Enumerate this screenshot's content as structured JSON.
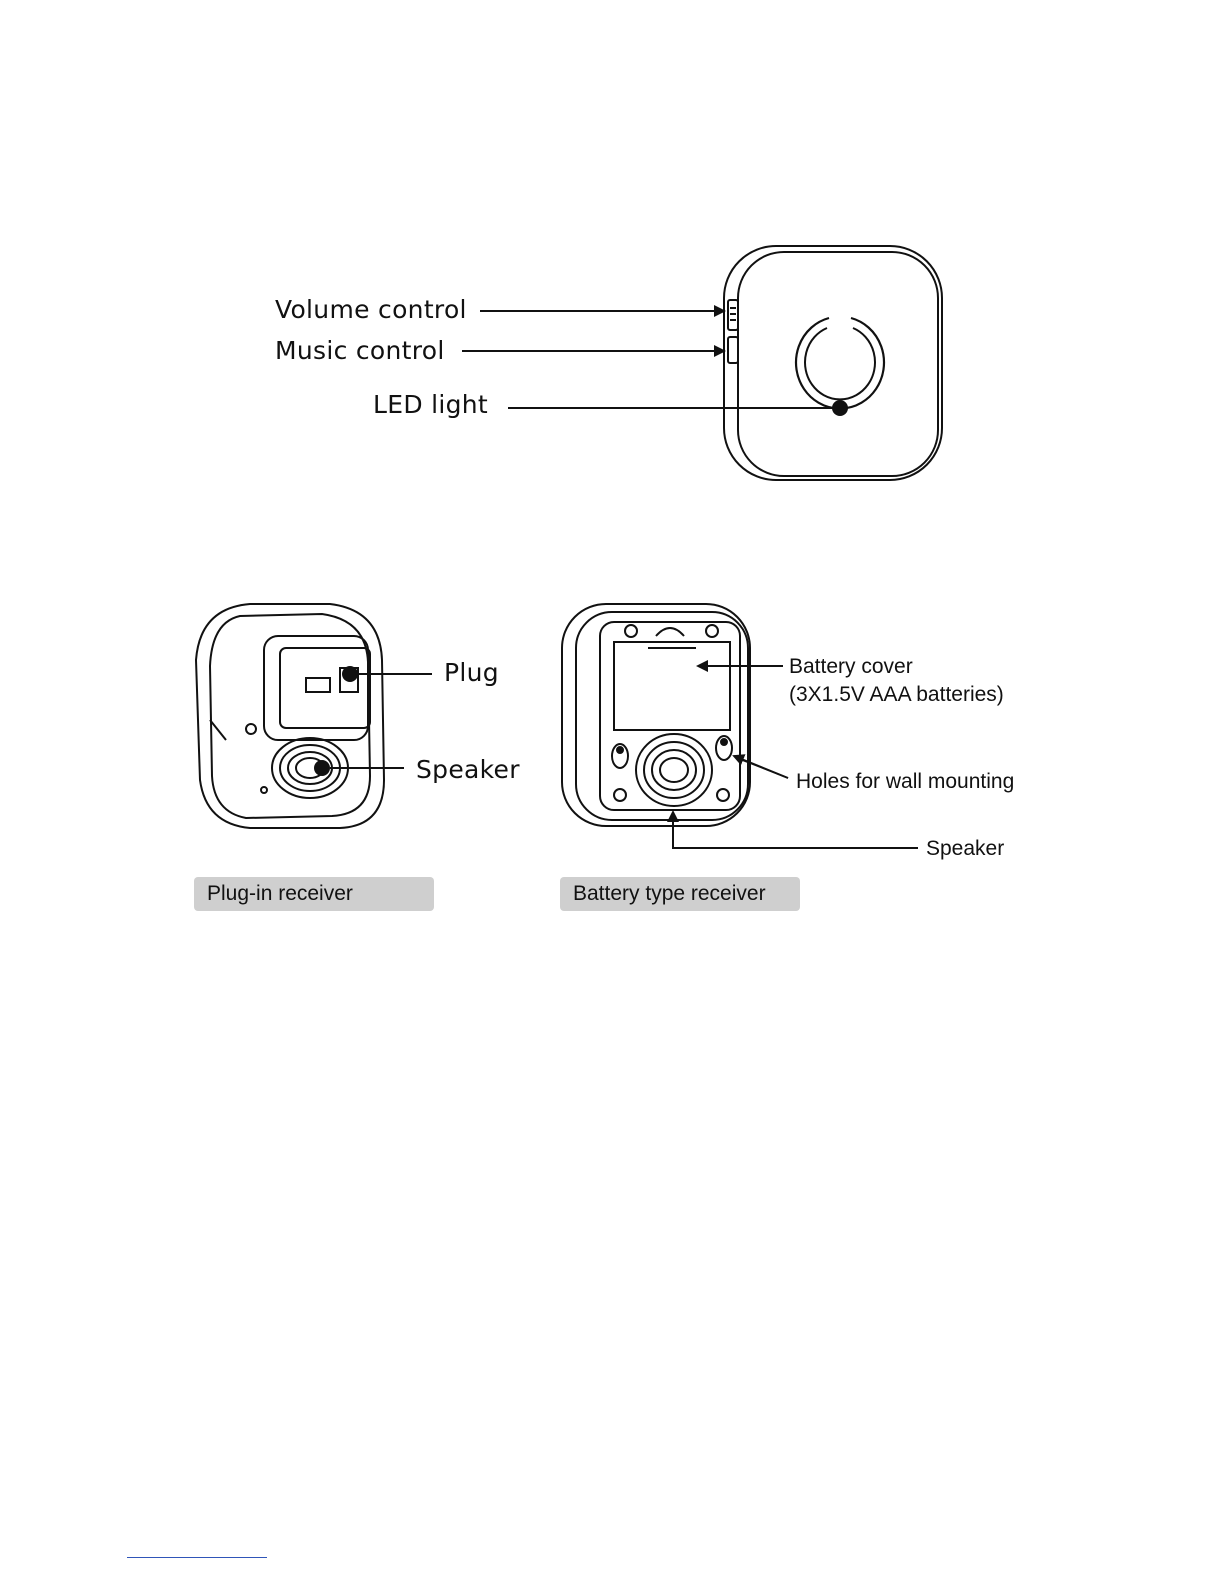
{
  "top_figure": {
    "labels": {
      "volume_control": "Volume control",
      "music_control": "Music control",
      "led_light": "LED light"
    }
  },
  "plugin_figure": {
    "labels": {
      "plug": "Plug",
      "speaker": "Speaker"
    },
    "caption": "Plug-in receiver"
  },
  "battery_figure": {
    "labels": {
      "battery_cover": "Battery cover",
      "battery_spec": "(3X1.5V AAA  batteries)",
      "holes": "Holes for wall mounting",
      "speaker": "Speaker"
    },
    "caption": "Battery type receiver"
  },
  "colors": {
    "caption_bg": "#cfcfcf",
    "footer_rule": "#2f55b8"
  }
}
